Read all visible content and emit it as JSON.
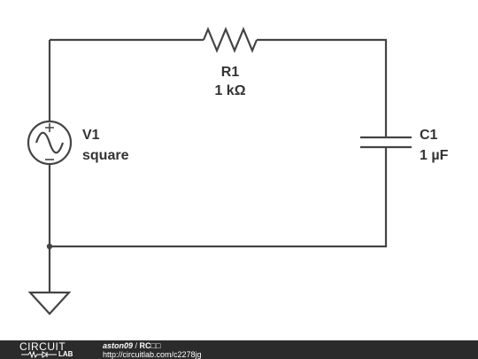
{
  "schematic": {
    "source": {
      "name": "V1",
      "value": "square",
      "plus_sign": "+",
      "minus_sign": "−"
    },
    "resistor": {
      "name": "R1",
      "value": "1 kΩ"
    },
    "capacitor": {
      "name": "C1",
      "value": "1 µF"
    },
    "wire_color": "#444444"
  },
  "footer": {
    "logo_top": "CIRCUIT",
    "logo_bottom": "LAB",
    "author": "aston09",
    "separator": " / ",
    "project": "RC□□",
    "url": "http://circuitlab.com/c2278jg",
    "background": "#2b2b2b"
  }
}
